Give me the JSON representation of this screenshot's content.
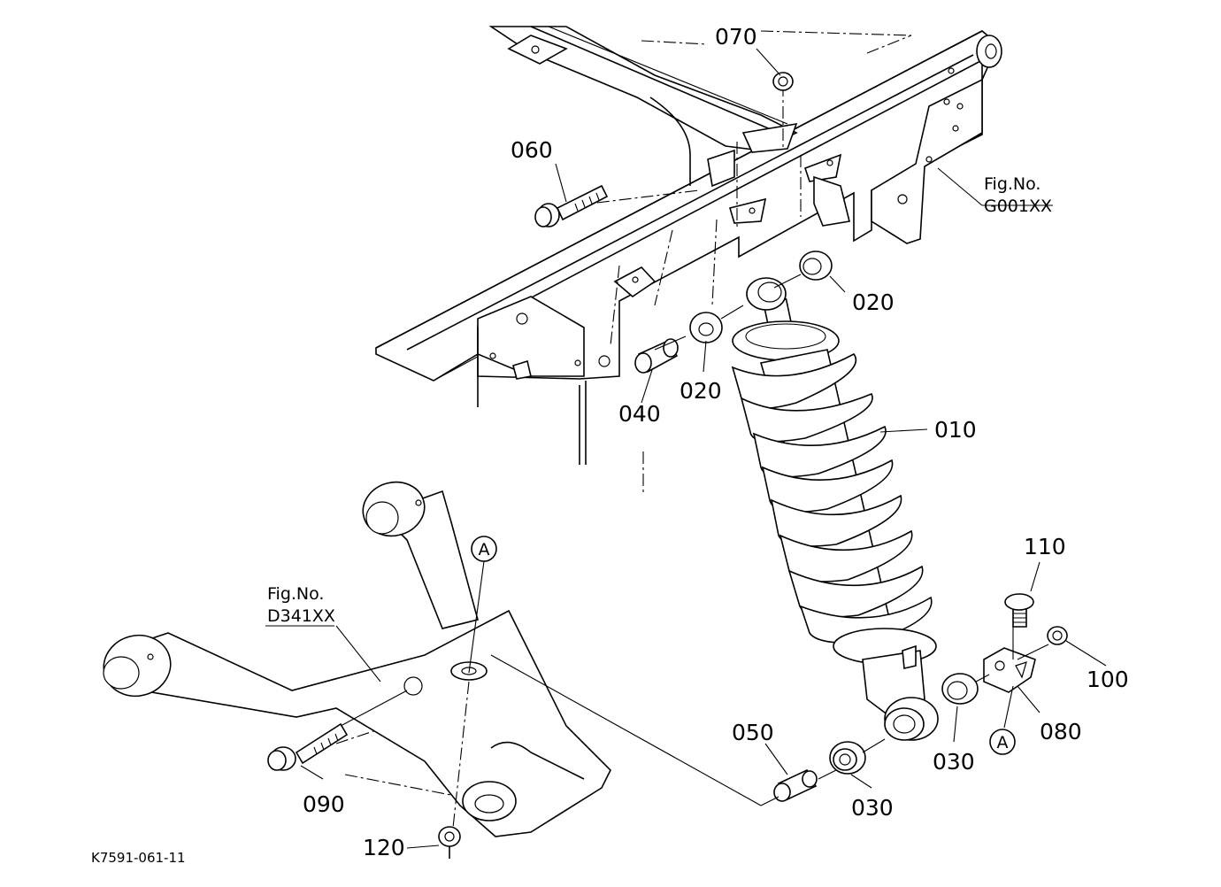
{
  "figure_code": "K7591-061-11",
  "part_labels": {
    "p010": "010",
    "p020a": "020",
    "p020b": "020",
    "p030a": "030",
    "p030b": "030",
    "p040": "040",
    "p050": "050",
    "p060": "060",
    "p070": "070",
    "p080": "080",
    "p090": "090",
    "p100": "100",
    "p110": "110",
    "p120": "120"
  },
  "callouts": {
    "a_top": "A",
    "a_bottom": "A"
  },
  "fig_refs": {
    "frame": {
      "prefix": "Fig.No.",
      "code": "G001XX"
    },
    "arm": {
      "prefix": "Fig.No.",
      "code": "D341XX"
    }
  }
}
